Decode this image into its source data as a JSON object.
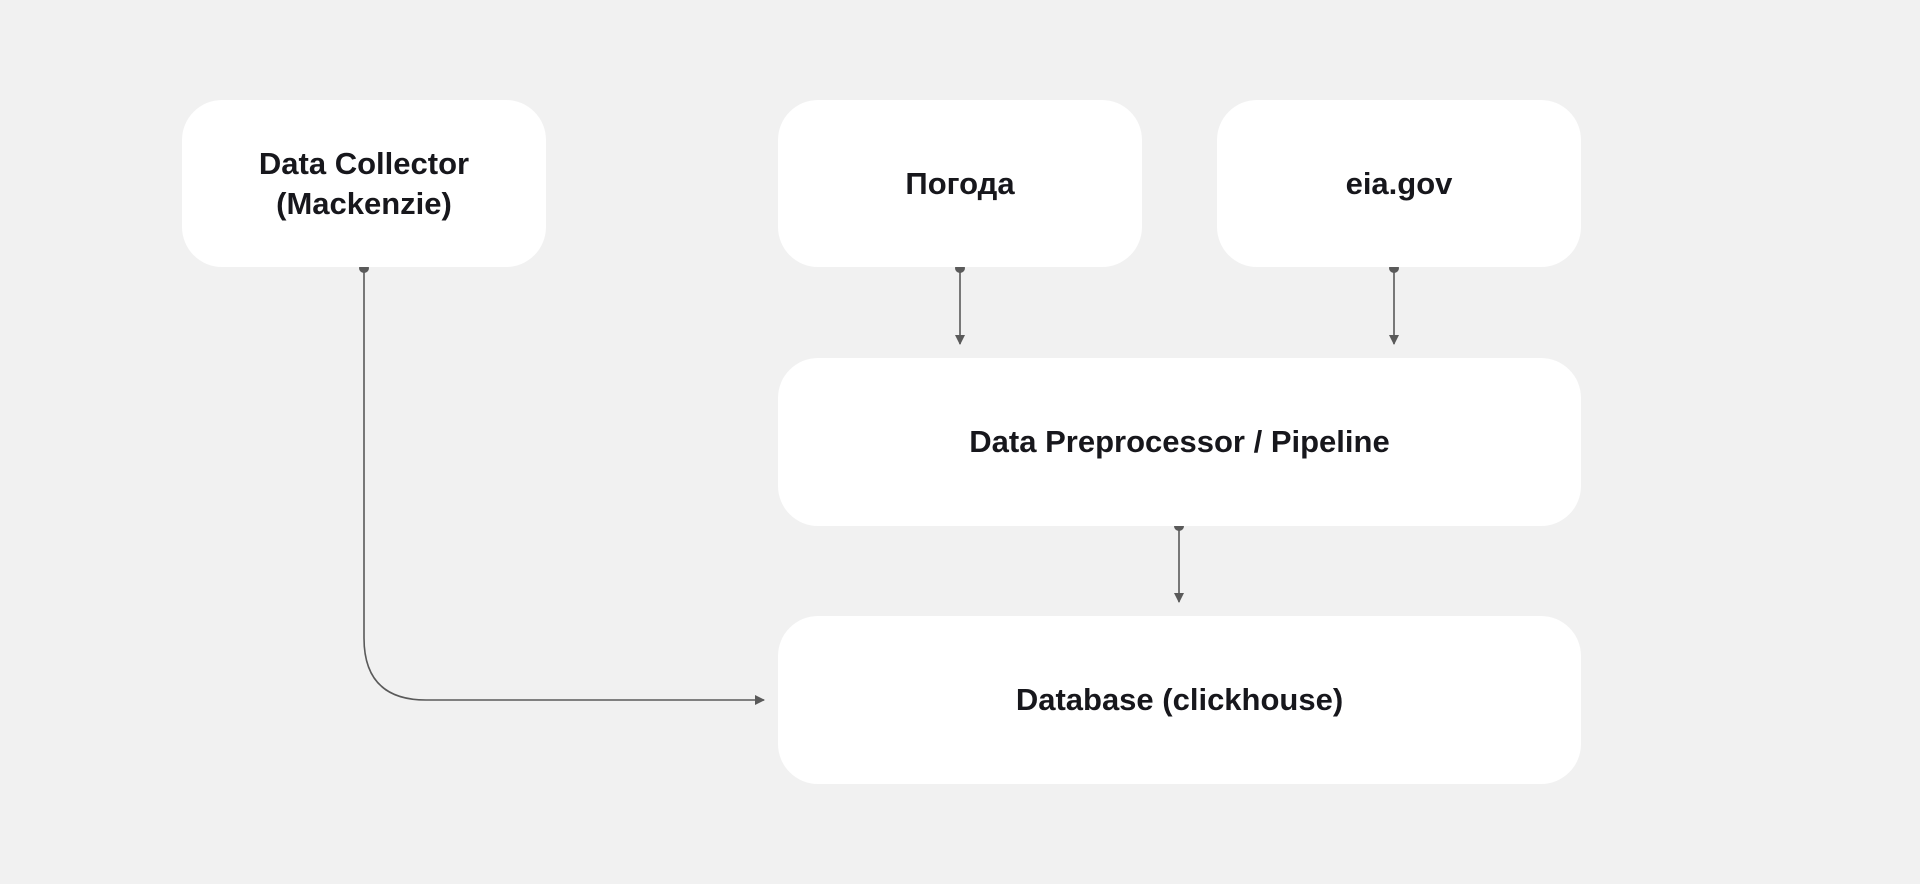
{
  "nodes": {
    "collector": {
      "label": "Data Collector\n(Mackenzie)"
    },
    "weather": {
      "label": "Погода"
    },
    "eia": {
      "label": "eia.gov"
    },
    "pipeline": {
      "label": "Data Preprocessor / Pipeline"
    },
    "database": {
      "label": "Database (clickhouse)"
    }
  },
  "edges": [
    {
      "from": "collector",
      "to": "database"
    },
    {
      "from": "weather",
      "to": "pipeline"
    },
    {
      "from": "eia",
      "to": "pipeline"
    },
    {
      "from": "pipeline",
      "to": "database"
    }
  ],
  "colors": {
    "background": "#f1f1f1",
    "node_fill": "#ffffff",
    "text": "#17171c",
    "edge": "#5a5a5a"
  }
}
